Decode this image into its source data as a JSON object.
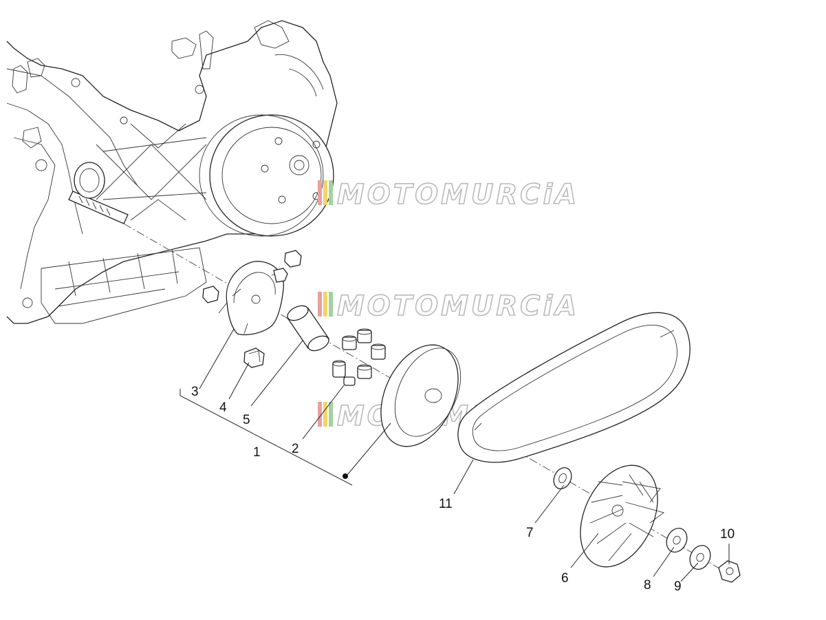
{
  "watermark": {
    "text": "MOTOMURCiA",
    "stripe_colors": [
      "#e8a0a0",
      "#f4d46a",
      "#9fd39f"
    ]
  },
  "callouts": [
    {
      "id": "1",
      "label": "1"
    },
    {
      "id": "2",
      "label": "2"
    },
    {
      "id": "3",
      "label": "3"
    },
    {
      "id": "4",
      "label": "4"
    },
    {
      "id": "5",
      "label": "5"
    },
    {
      "id": "6",
      "label": "6"
    },
    {
      "id": "7",
      "label": "7"
    },
    {
      "id": "8",
      "label": "8"
    },
    {
      "id": "9",
      "label": "9"
    },
    {
      "id": "10",
      "label": "10"
    },
    {
      "id": "11",
      "label": "11"
    }
  ]
}
